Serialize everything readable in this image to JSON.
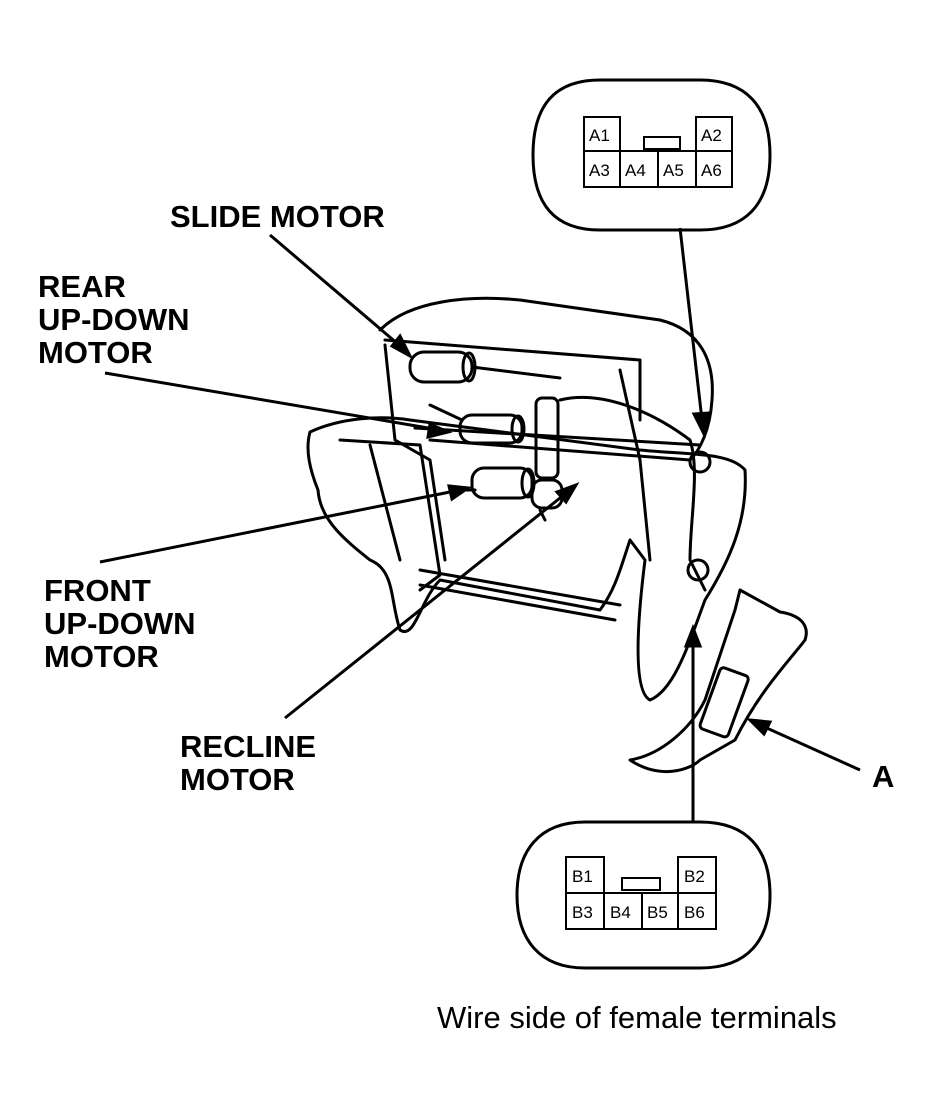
{
  "labels": {
    "slide_motor": "SLIDE MOTOR",
    "rear_up_down_motor": [
      "REAR",
      "UP-DOWN",
      "MOTOR"
    ],
    "front_up_down_motor": [
      "FRONT",
      "UP-DOWN",
      "MOTOR"
    ],
    "recline_motor": [
      "RECLINE",
      "MOTOR"
    ],
    "connector_a": "A"
  },
  "connector_a_pins": [
    "A1",
    "A2",
    "A3",
    "A4",
    "A5",
    "A6"
  ],
  "connector_b_pins": [
    "B1",
    "B2",
    "B3",
    "B4",
    "B5",
    "B6"
  ],
  "caption": "Wire side of female terminals",
  "colors": {
    "ink": "#000000",
    "paper": "#ffffff"
  }
}
